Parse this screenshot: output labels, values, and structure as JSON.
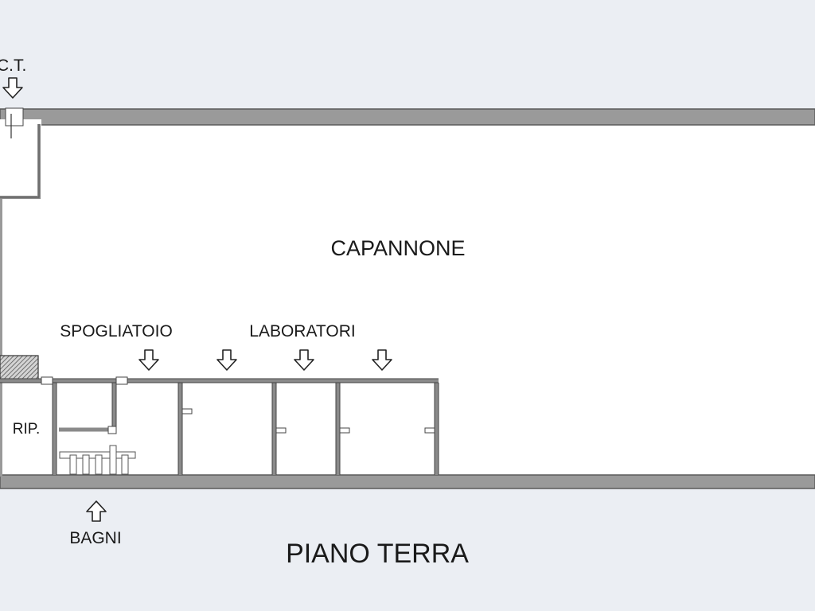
{
  "labels": {
    "ct": "C.T.",
    "capannone": "CAPANNONE",
    "spogliatoio": "SPOGLIATOIO",
    "laboratori": "LABORATORI",
    "rip": "RIP.",
    "bagni": "BAGNI",
    "piano_terra": "PIANO TERRA"
  },
  "icons": {
    "down_arrow": "arrow-down-icon",
    "up_arrow": "arrow-up-icon"
  },
  "colors": {
    "background": "#ebeef3",
    "floor": "#ffffff",
    "wall_fill": "#9a9a9a",
    "wall_stroke": "#5a5a5a"
  }
}
